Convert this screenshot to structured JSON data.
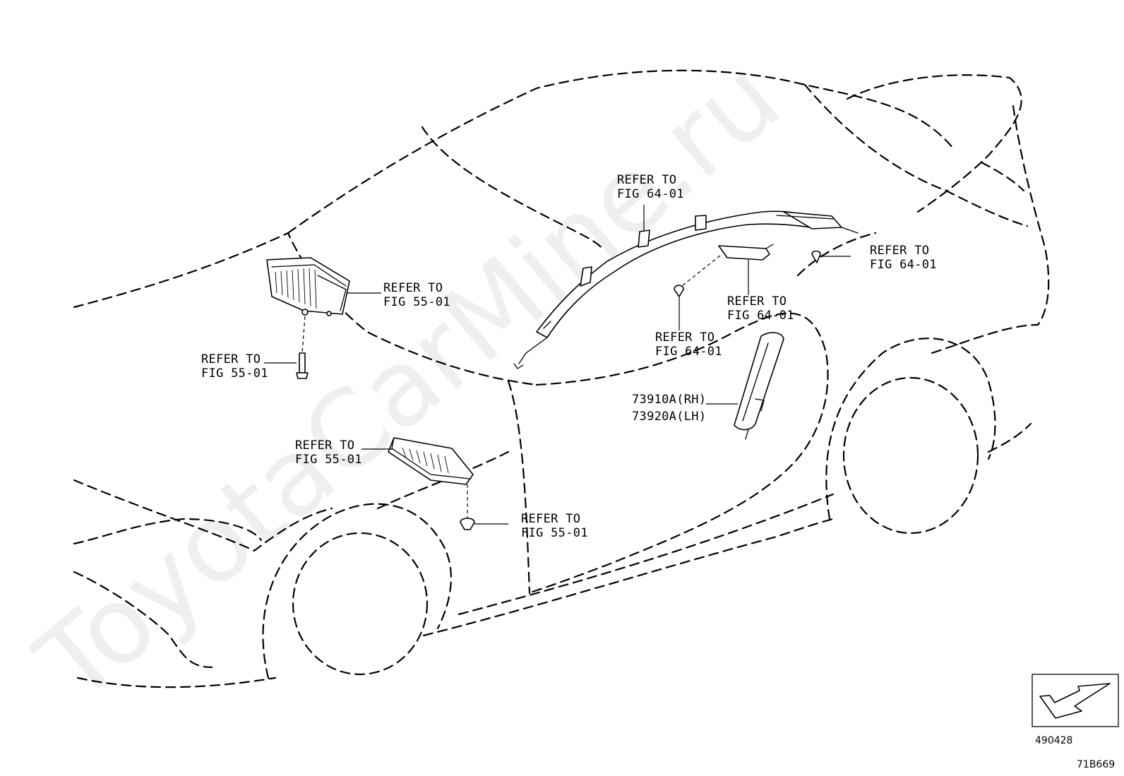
{
  "callouts": [
    {
      "line1": "REFER TO",
      "line2": "FIG 55-01"
    },
    {
      "line1": "REFER TO",
      "line2": "FIG 55-01"
    },
    {
      "line1": "REFER TO",
      "line2": "FIG 64-01"
    },
    {
      "line1": "REFER TO",
      "line2": "FIG 64-01"
    },
    {
      "line1": "REFER TO",
      "line2": "FIG 64-01"
    },
    {
      "line1": "REFER TO",
      "line2": "FIG 64-01"
    },
    {
      "line1": "REFER TO",
      "line2": "FIG 55-01"
    },
    {
      "line1": "REFER TO",
      "line2": "FIG 55-01"
    }
  ],
  "part_number": {
    "rh": "73910A(RH)",
    "lh": "73920A(LH)"
  },
  "front_indicator_code": "490428",
  "figure_code": "71B669",
  "watermark": "ToyotaCarMine.ru"
}
